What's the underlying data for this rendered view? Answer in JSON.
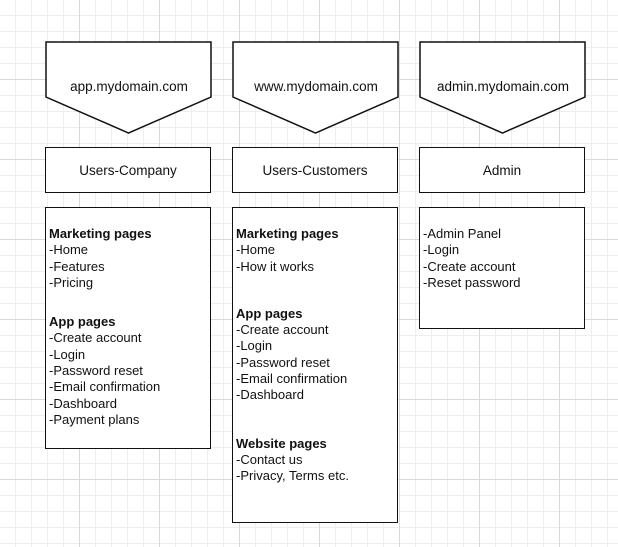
{
  "columns": [
    {
      "domain": "app.mydomain.com",
      "header": "Users-Company",
      "groups": [
        {
          "title": "Marketing pages",
          "items": [
            "-Home",
            "-Features",
            "-Pricing"
          ]
        },
        {
          "title": "App pages",
          "items": [
            "-Create account",
            "-Login",
            "-Password reset",
            "-Email confirmation",
            "-Dashboard",
            "-Payment plans"
          ]
        }
      ]
    },
    {
      "domain": "www.mydomain.com",
      "header": "Users-Customers",
      "groups": [
        {
          "title": "Marketing pages",
          "items": [
            "-Home",
            "-How it works"
          ]
        },
        {
          "title": "App pages",
          "items": [
            "-Create account",
            "-Login",
            "-Password reset",
            "-Email confirmation",
            "-Dashboard"
          ]
        },
        {
          "title": "Website pages",
          "items": [
            "-Contact us",
            "-Privacy, Terms etc."
          ]
        }
      ]
    },
    {
      "domain": "admin.mydomain.com",
      "header": "Admin",
      "groups": [
        {
          "title": "",
          "items": [
            "-Admin Panel",
            "-Login",
            "-Create account",
            "-Reset password"
          ]
        }
      ]
    }
  ]
}
